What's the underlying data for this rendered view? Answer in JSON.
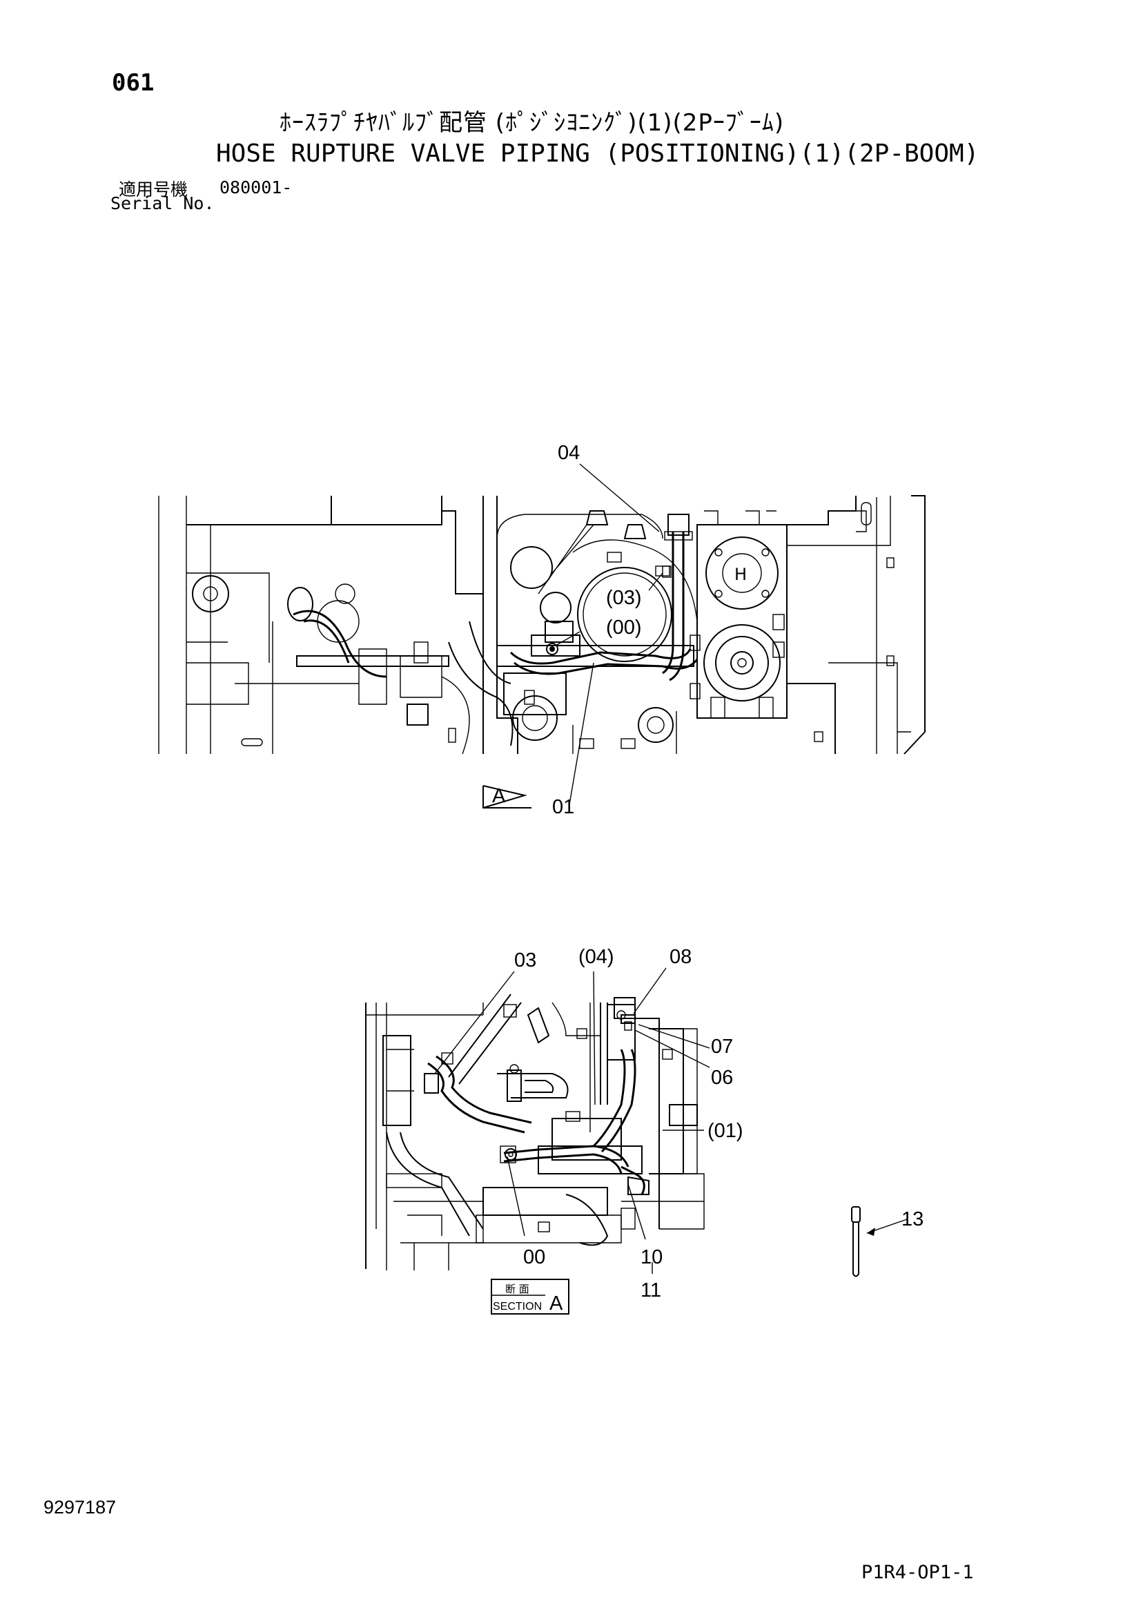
{
  "header": {
    "page_number": "061",
    "title_jp": "ﾎｰｽﾗﾌﾟﾁﾔﾊﾞﾙﾌﾞ配管 (ﾎﾟｼﾞｼﾖﾆﾝｸﾞ)(1)(2Pｰﾌﾞｰﾑ)",
    "title_en": "HOSE RUPTURE VALVE PIPING (POSITIONING)(1)(2P-BOOM)",
    "serial_label_jp": "適用号機",
    "serial_value": "080001-",
    "serial_label_en": "Serial No."
  },
  "top_view": {
    "callouts": [
      "04",
      "(03)",
      "(00)",
      "01"
    ],
    "view_marker": "A"
  },
  "section_view": {
    "callouts": [
      "03",
      "(04)",
      "08",
      "07",
      "06",
      "(01)",
      "00",
      "10",
      "11"
    ],
    "section_label_jp": "断 面",
    "section_label_en": "SECTION",
    "section_letter": "A"
  },
  "cable_tie": {
    "callout": "13"
  },
  "footer": {
    "doc_number": "9297187",
    "sheet_code": "P1R4-OP1-1"
  },
  "icons": [
    "view-direction-arrow-icon",
    "cable-tie-icon"
  ]
}
